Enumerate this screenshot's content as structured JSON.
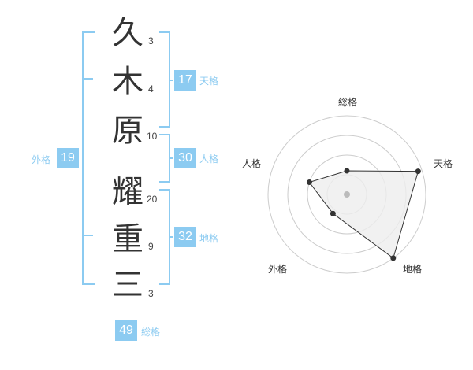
{
  "name": {
    "chars": [
      {
        "char": "久",
        "strokes": "3"
      },
      {
        "char": "木",
        "strokes": "4"
      },
      {
        "char": "原",
        "strokes": "10"
      },
      {
        "char": "耀",
        "strokes": "20"
      },
      {
        "char": "重",
        "strokes": "9"
      },
      {
        "char": "三",
        "strokes": "3"
      }
    ]
  },
  "kakusu": {
    "tenkaku": {
      "label": "天格",
      "value": "17"
    },
    "jinkaku": {
      "label": "人格",
      "value": "30"
    },
    "chikaku": {
      "label": "地格",
      "value": "32"
    },
    "gaikaku": {
      "label": "外格",
      "value": "19"
    },
    "soukaku": {
      "label": "総格",
      "value": "49"
    }
  },
  "chart_data": {
    "type": "radar",
    "axes": [
      "総格",
      "天格",
      "地格",
      "外格",
      "人格"
    ],
    "values": [
      0.3,
      0.95,
      1.0,
      0.3,
      0.5
    ],
    "range": [
      0,
      1
    ],
    "rings": 4,
    "colors": {
      "ring": "#cccccc",
      "fill": "#eeeeee",
      "line": "#333333",
      "center": "#bbbbbb"
    }
  },
  "colors": {
    "accent": "#8ccbf1",
    "text": "#333333"
  }
}
